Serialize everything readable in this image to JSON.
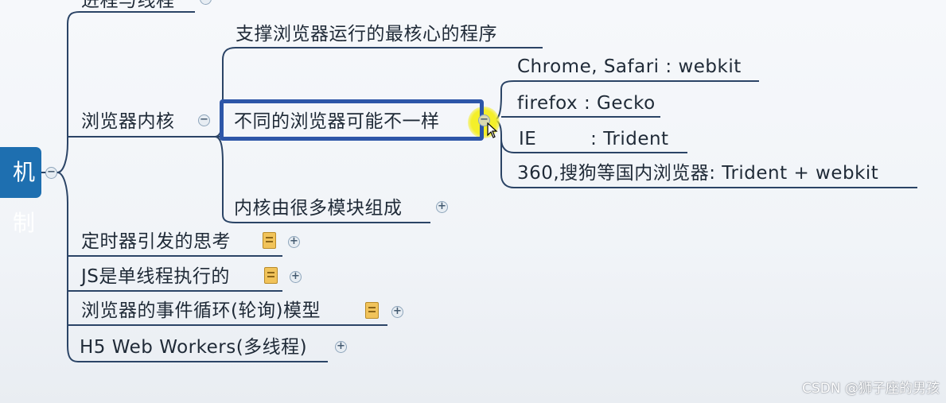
{
  "root": {
    "label": "机制"
  },
  "branches": {
    "process_thread": "进程与线程",
    "browser_kernel": "浏览器内核",
    "timer": "定时器引发的思考",
    "js_single_thread": "JS是单线程执行的",
    "event_loop": "浏览器的事件循环(轮询)模型",
    "web_workers": "H5 Web Workers(多线程)"
  },
  "kernel_children": {
    "core_program": "支撑浏览器运行的最核心的程序",
    "different_browsers": "不同的浏览器可能不一样",
    "modules": "内核由很多模块组成"
  },
  "browser_engines": {
    "chrome_safari": "Chrome, Safari : webkit",
    "firefox": "firefox : Gecko",
    "ie_label": "IE",
    "ie_engine": ": Trident",
    "domestic": "360,搜狗等国内浏览器: Trident + webkit"
  },
  "toggle_symbols": {
    "collapse": "−",
    "expand": "+"
  },
  "watermark": "CSDN @狮子座的男孩",
  "colors": {
    "root_fill": "#1e6fb0",
    "connector": "#2b4466",
    "highlight_border": "#2d56a8",
    "pointer_glow": "#f4ef2a",
    "note_icon": "#f1c35a"
  }
}
